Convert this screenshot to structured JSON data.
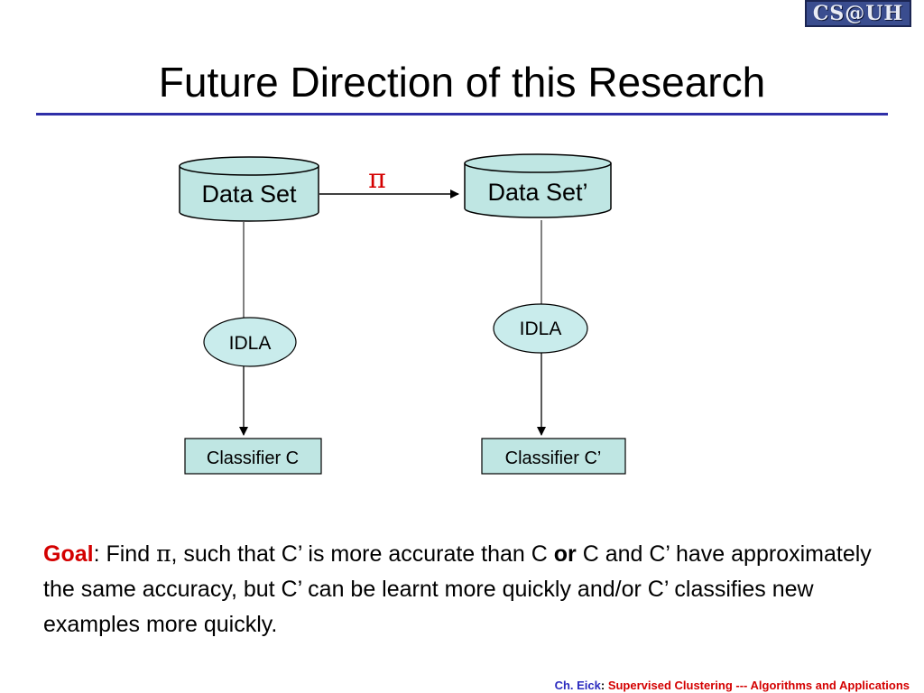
{
  "logo": {
    "text": "CS@UH"
  },
  "slide": {
    "title": "Future Direction of this Research"
  },
  "diagram": {
    "dataset_left": "Data Set",
    "dataset_right": "Data Set’",
    "transform_symbol": "π",
    "idla_left": "IDLA",
    "idla_right": "IDLA",
    "classifier_left": "Classifier C",
    "classifier_right": "Classifier C’"
  },
  "goal": {
    "label": "Goal",
    "find_text": ": Find ",
    "pi": "π",
    "sentence_part1": ", such that C’ is more accurate than C ",
    "or_word": "or",
    "sentence_part2": " C and C’ have approximately the same accuracy, but C’ can be learnt more quickly and/or C’ classifies new examples more quickly."
  },
  "footer": {
    "author": "Ch. Eick",
    "separator": ": ",
    "course": "Supervised Clustering --- Algorithms and Applications"
  },
  "colors": {
    "cylinder_fill": "#bfe6e3",
    "ellipse_fill": "#c9ecec",
    "box_fill": "#bfe6e3",
    "accent_red": "#d40000",
    "title_rule": "#2f2fa8"
  }
}
